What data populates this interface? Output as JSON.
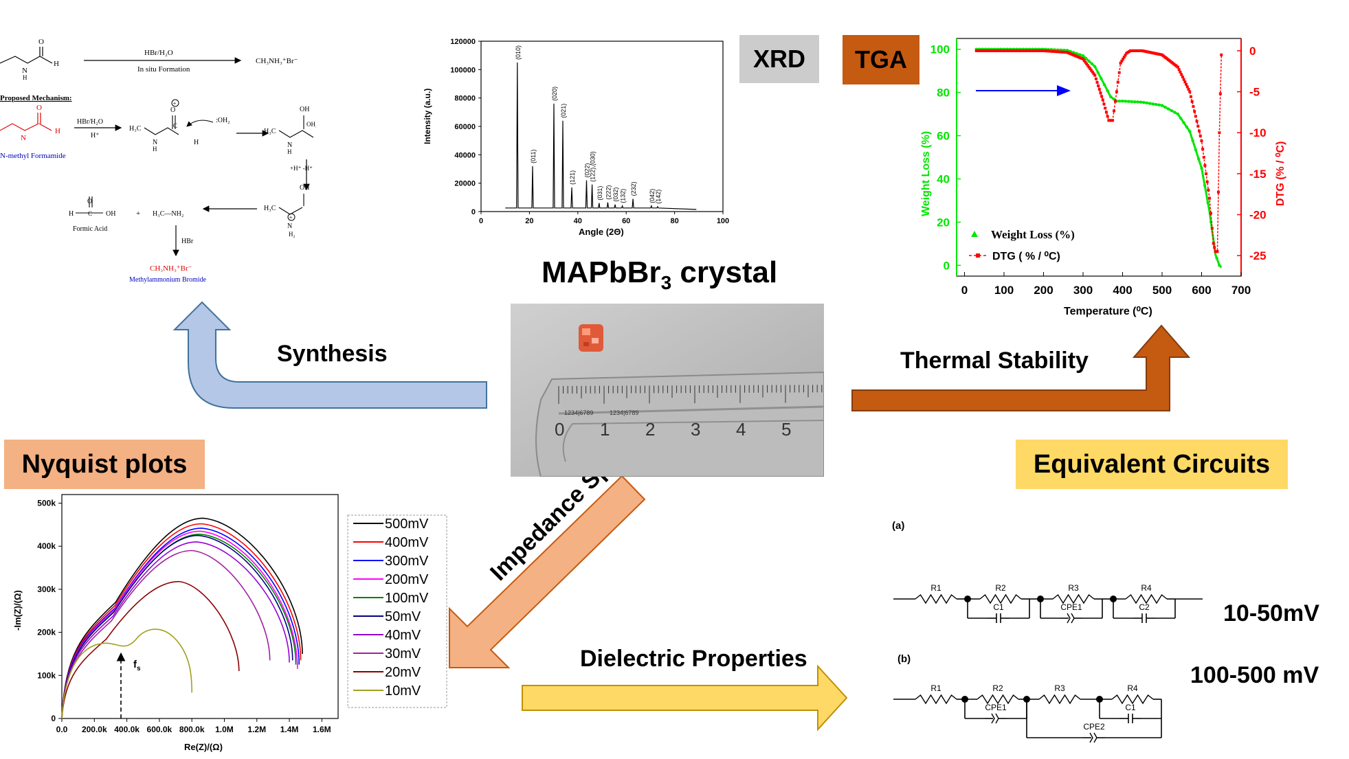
{
  "center": {
    "title_main": "MAPbBr",
    "title_sub": "3",
    "title_tail": " crystal",
    "ruler_numbers": [
      "0",
      "1",
      "2",
      "3",
      "4",
      "5"
    ],
    "ruler_fine": "1234|6789"
  },
  "labels": {
    "synthesis": "Synthesis",
    "thermal_stability": "Thermal Stability",
    "impedance_spectra": "Impedance Spectra",
    "dielectric_properties": "Dielectric Properties",
    "xrd": "XRD",
    "tga": "TGA",
    "nyquist": "Nyquist plots",
    "equivalent": "Equivalent Circuits"
  },
  "colors": {
    "xrd_badge": "#cccccc",
    "tga_badge": "#c55a11",
    "nyquist_badge": "#f4b183",
    "equivalent_badge": "#ffd966",
    "synthesis_arrow": "#b4c7e7",
    "thermal_arrow": "#c55a11",
    "impedance_arrow": "#f4b183",
    "dielectric_arrow": "#ffd966"
  },
  "synthesis_scheme": {
    "reagent_top": "HBr/H₂O",
    "condition_top": "In situ Formation",
    "product_top": "CH₃NH₃⁺Br⁻",
    "mechanism_heading": "Proposed Mechanism:",
    "reagent_mech": "HBr/H₂O",
    "acid_mech": "H⁺",
    "start_name": "N-methyl Formamide",
    "water_label": ":OH₂",
    "proton_step": "+H⁺  -H⁺",
    "formic_acid": "Formic Acid",
    "methylamine": "H₃C—NH₂",
    "hbr": "HBr",
    "final_formula": "CH₃NH₃⁺Br⁻",
    "final_name": "Methylammonium Bromide"
  },
  "xrd_chart": {
    "chart_data": {
      "type": "bar",
      "xlabel": "Angle (2Θ)",
      "ylabel": "Intensity (a.u.)",
      "xlim": [
        0,
        100
      ],
      "ylim": [
        0,
        120000
      ],
      "xticks": [
        "0",
        "20",
        "40",
        "60",
        "80",
        "100"
      ],
      "yticks": [
        "0",
        "20000",
        "40000",
        "60000",
        "80000",
        "100000",
        "120000"
      ],
      "peaks": [
        {
          "x": 15,
          "y": 105000,
          "label": "(010)"
        },
        {
          "x": 21.3,
          "y": 32000,
          "label": "(011)"
        },
        {
          "x": 30.1,
          "y": 76000,
          "label": "(020)"
        },
        {
          "x": 33.8,
          "y": 64000,
          "label": "(021)"
        },
        {
          "x": 37.5,
          "y": 17000,
          "label": "(121)"
        },
        {
          "x": 43.6,
          "y": 22000,
          "label": "(022)"
        },
        {
          "x": 45.9,
          "y": 19000,
          "label": "(122),(030)"
        },
        {
          "x": 48.8,
          "y": 6000,
          "label": "(031)"
        },
        {
          "x": 52.4,
          "y": 6500,
          "label": "(222)"
        },
        {
          "x": 55.4,
          "y": 5000,
          "label": "(032)"
        },
        {
          "x": 58.4,
          "y": 4000,
          "label": "(132)"
        },
        {
          "x": 62.8,
          "y": 9000,
          "label": "(232)"
        },
        {
          "x": 70.4,
          "y": 4000,
          "label": "(042)"
        },
        {
          "x": 73,
          "y": 3500,
          "label": "(142)"
        }
      ]
    }
  },
  "tga_chart": {
    "chart_data": {
      "type": "line",
      "xlabel": "Temperature (⁰C)",
      "ylabel_left": "Weight Loss (%)",
      "ylabel_right": "DTG (% / ⁰C)",
      "xlim": [
        -20,
        700
      ],
      "ylim_left": [
        -5,
        105
      ],
      "ylim_right": [
        -27.5,
        1.5
      ],
      "xticks": [
        "0",
        "100",
        "200",
        "300",
        "400",
        "500",
        "600",
        "700"
      ],
      "yticks_left": [
        "0",
        "20",
        "40",
        "60",
        "80",
        "100"
      ],
      "yticks_right": [
        "0",
        "-5",
        "-10",
        "-15",
        "-20",
        "-25"
      ],
      "series": [
        {
          "name": "Weight Loss (%)",
          "color": "#00e600",
          "x": [
            30,
            100,
            200,
            260,
            300,
            330,
            350,
            370,
            385,
            400,
            450,
            500,
            540,
            570,
            600,
            620,
            635,
            645,
            650
          ],
          "y": [
            100,
            100,
            100,
            99.5,
            97,
            92,
            85,
            78,
            76,
            76,
            75.5,
            74,
            70,
            62,
            45,
            25,
            5,
            0,
            -1
          ]
        },
        {
          "name": "DTG ( % / ⁰C)",
          "color": "#ff0000",
          "x": [
            30,
            100,
            200,
            260,
            300,
            330,
            350,
            365,
            375,
            385,
            395,
            410,
            420,
            450,
            500,
            540,
            570,
            600,
            620,
            630,
            635,
            640,
            645,
            650
          ],
          "y": [
            0,
            0,
            0,
            -0.2,
            -1,
            -3,
            -6,
            -8.5,
            -8.5,
            -5,
            -1.5,
            -0.3,
            0,
            0,
            -0.5,
            -2,
            -5,
            -11,
            -18,
            -23.5,
            -24.5,
            -24.5,
            -10,
            -0.5
          ]
        }
      ]
    }
  },
  "nyquist_chart": {
    "chart_data": {
      "type": "line",
      "xlabel": "Re(Z)/(Ω)",
      "ylabel": "-Im(Z)/(Ω)",
      "xlim": [
        0,
        1700000
      ],
      "ylim": [
        0,
        520000
      ],
      "xticks": [
        "0.0",
        "200.0k",
        "400.0k",
        "600.0k",
        "800.0k",
        "1.0M",
        "1.2M",
        "1.4M",
        "1.6M"
      ],
      "yticks": [
        "0",
        "100k",
        "200k",
        "300k",
        "400k",
        "500k"
      ],
      "annotation": "f",
      "annotation_sub": "s",
      "series": [
        {
          "name": "500mV",
          "color": "#000000",
          "peak_x": 870000,
          "peak_y": 465000,
          "end_x": 1480000,
          "end_y": 150000
        },
        {
          "name": "400mV",
          "color": "#ff0000",
          "peak_x": 860000,
          "peak_y": 452000,
          "end_x": 1470000,
          "end_y": 135000
        },
        {
          "name": "300mV",
          "color": "#0000ff",
          "peak_x": 860000,
          "peak_y": 442000,
          "end_x": 1460000,
          "end_y": 125000
        },
        {
          "name": "200mV",
          "color": "#ff00ff",
          "peak_x": 850000,
          "peak_y": 435000,
          "end_x": 1450000,
          "end_y": 115000
        },
        {
          "name": "100mV",
          "color": "#008000",
          "peak_x": 850000,
          "peak_y": 428000,
          "end_x": 1440000,
          "end_y": 125000
        },
        {
          "name": "50mV",
          "color": "#000080",
          "peak_x": 840000,
          "peak_y": 425000,
          "end_x": 1420000,
          "end_y": 135000
        },
        {
          "name": "40mV",
          "color": "#9400d3",
          "peak_x": 830000,
          "peak_y": 410000,
          "end_x": 1400000,
          "end_y": 130000
        },
        {
          "name": "30mV",
          "color": "#a020a0",
          "peak_x": 800000,
          "peak_y": 390000,
          "end_x": 1280000,
          "end_y": 135000
        },
        {
          "name": "20mV",
          "color": "#8b0000",
          "peak_x": 720000,
          "peak_y": 318000,
          "end_x": 1090000,
          "end_y": 110000
        },
        {
          "name": "10mV",
          "color": "#a0a020",
          "peak_x": 600000,
          "peak_y": 212000,
          "end_x": 800000,
          "end_y": 60000
        }
      ]
    }
  },
  "circuits": {
    "a_label": "(a)",
    "b_label": "(b)",
    "range_a": "10-50mV",
    "range_b": "100-500 mV",
    "a_elements": [
      "R1",
      "R2",
      "C1",
      "R3",
      "CPE1",
      "R4",
      "C2"
    ],
    "b_elements": [
      "R1",
      "R2",
      "CPE1",
      "R3",
      "CPE2",
      "R4",
      "C1"
    ]
  }
}
